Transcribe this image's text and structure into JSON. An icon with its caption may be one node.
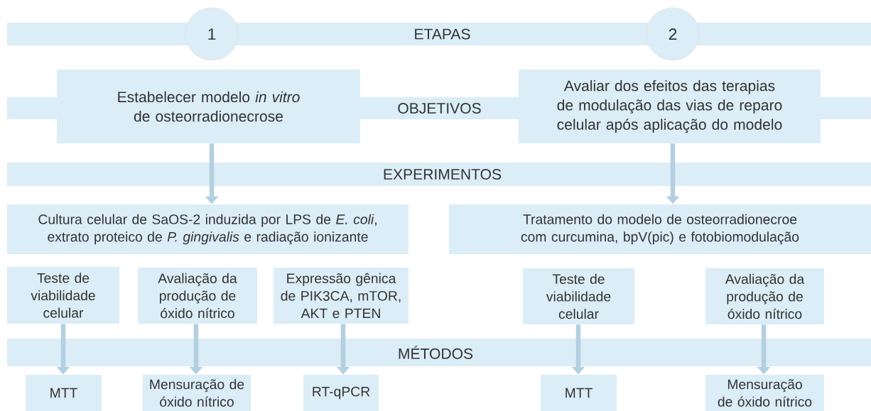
{
  "diagram": {
    "nodes": [
      {
        "text": [
          "1"
        ]
      },
      {
        "text": [
          "ETAPAS"
        ]
      },
      {
        "text": [
          "2"
        ]
      },
      {
        "text": [
          "Estabelecer modelo *in vitro* de osteorradionecrose"
        ]
      },
      {
        "text": [
          "OBJETIVOS"
        ]
      },
      {
        "text": [
          "Avaliar dos efeitos das terapias de modulação das vias de reparo celular após aplicação do modelo"
        ]
      },
      {
        "text": [
          "EXPERIMENTOS"
        ]
      },
      {
        "text": [
          "Cultura celular de SaOS-2 induzida por LPS de *E. coli*, extrato proteico de *P. gingivalis* e radiação ionizante"
        ]
      },
      {
        "text": [
          "Tratamento do modelo de osteorradionecroe com curcumina, bpV(pic) e fotobiomodulação"
        ]
      },
      {
        "text": [
          "Teste de viabilidade celular"
        ]
      },
      {
        "text": [
          "Avaliação da produção de óxido nítrico"
        ]
      },
      {
        "text": [
          "Expressão gênica de PIK3CA, mTOR, AKT e PTEN"
        ]
      },
      {
        "text": [
          "Teste de viabilidade celular"
        ]
      },
      {
        "text": [
          "Avaliação da produção de óxido nítrico"
        ]
      },
      {
        "text": [
          "MÉTODOS"
        ]
      },
      {
        "text": [
          "MTT"
        ]
      },
      {
        "text": [
          "Mensuração de óxido nítrico"
        ]
      },
      {
        "text": [
          "RT-qPCR"
        ]
      },
      {
        "text": [
          "MTT"
        ]
      },
      {
        "text": [
          "Mensuração de óxido nítrico"
        ]
      }
    ],
    "edges": [
      {
        "from": 3,
        "to": 7,
        "arrow": "to"
      },
      {
        "from": 5,
        "to": 8,
        "arrow": "to"
      },
      {
        "from": 9,
        "to": 15,
        "arrow": "to"
      },
      {
        "from": 10,
        "to": 16,
        "arrow": "to"
      },
      {
        "from": 11,
        "to": 17,
        "arrow": "to"
      },
      {
        "from": 12,
        "to": 18,
        "arrow": "to"
      },
      {
        "from": 13,
        "to": 19,
        "arrow": "to"
      }
    ]
  }
}
